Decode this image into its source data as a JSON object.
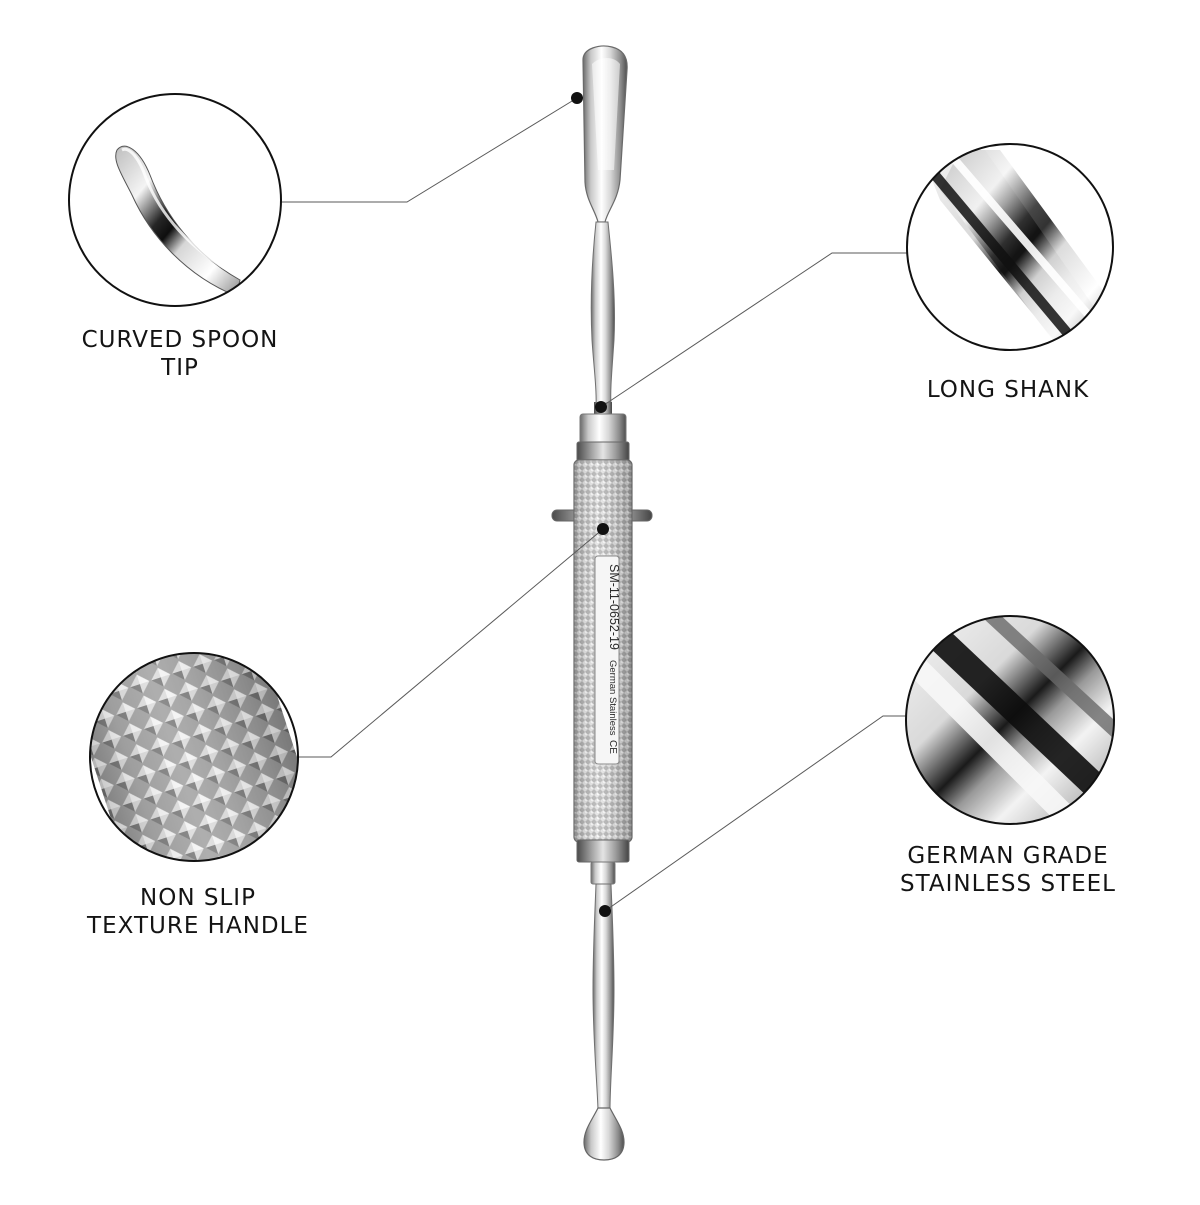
{
  "product": {
    "engraving": {
      "code": "SM-11-0652-19",
      "material": "German Stainless",
      "mark": "CE"
    }
  },
  "colors": {
    "background": "#ffffff",
    "label_text": "#141414",
    "callout_line": "#5a5a5a",
    "callout_dot": "#111111",
    "steel_light": "#f2f2f2",
    "steel_mid": "#b9b9b9",
    "steel_dark": "#5e5e5e"
  },
  "callouts": [
    {
      "id": "spoon",
      "lines": [
        "CURVED SPOON",
        "TIP"
      ],
      "detail": "curved-spoon-tip-closeup"
    },
    {
      "id": "shank",
      "lines": [
        "LONG SHANK"
      ],
      "detail": "polished-shank-closeup"
    },
    {
      "id": "handle",
      "lines": [
        "NON SLIP",
        "TEXTURE HANDLE"
      ],
      "detail": "knurled-handle-closeup"
    },
    {
      "id": "steel",
      "lines": [
        "GERMAN GRADE",
        "STAINLESS STEEL"
      ],
      "detail": "stainless-steel-closeup"
    }
  ]
}
